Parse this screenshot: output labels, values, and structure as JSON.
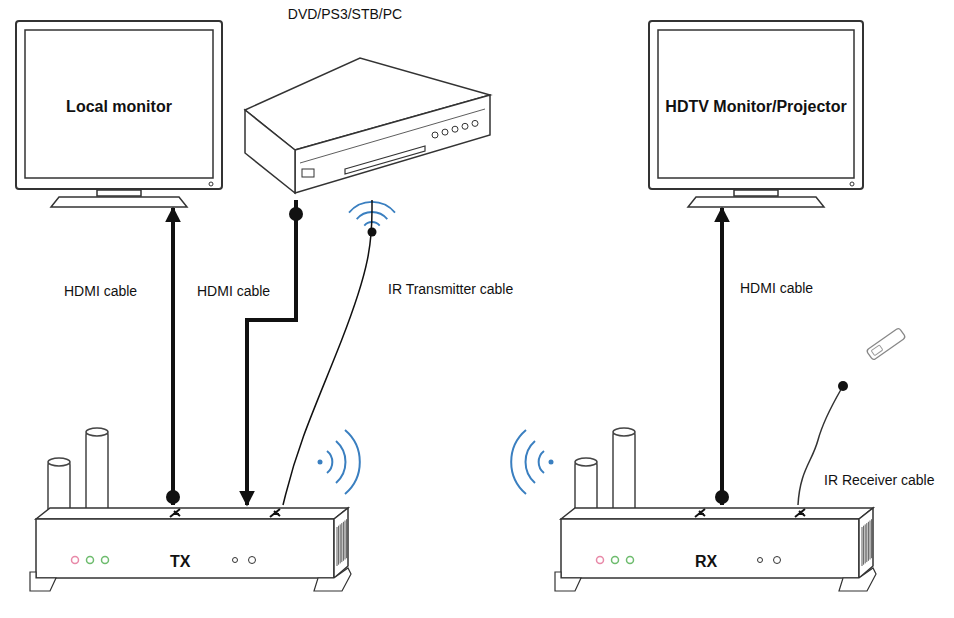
{
  "diagram": {
    "nodes": [
      {
        "text": [
          "Local monitor"
        ]
      },
      {
        "text": [
          "DVD/PS3/STB/PC"
        ]
      },
      {
        "text": [
          "HDTV Monitor/Projector"
        ]
      },
      {
        "text": [
          "TX"
        ]
      },
      {
        "text": [
          "RX"
        ]
      }
    ],
    "edges": [
      {
        "from": 3,
        "to": 0,
        "arrow": "to",
        "label": "HDMI cable"
      },
      {
        "from": 1,
        "to": 3,
        "arrow": "to",
        "label": "HDMI cable"
      },
      {
        "from": 3,
        "to": 1,
        "arrow": "none",
        "label": "IR Transmitter cable"
      },
      {
        "from": 4,
        "to": 2,
        "arrow": "to",
        "label": "HDMI cable"
      }
    ],
    "labels": [
      "IR Receiver cable"
    ]
  }
}
